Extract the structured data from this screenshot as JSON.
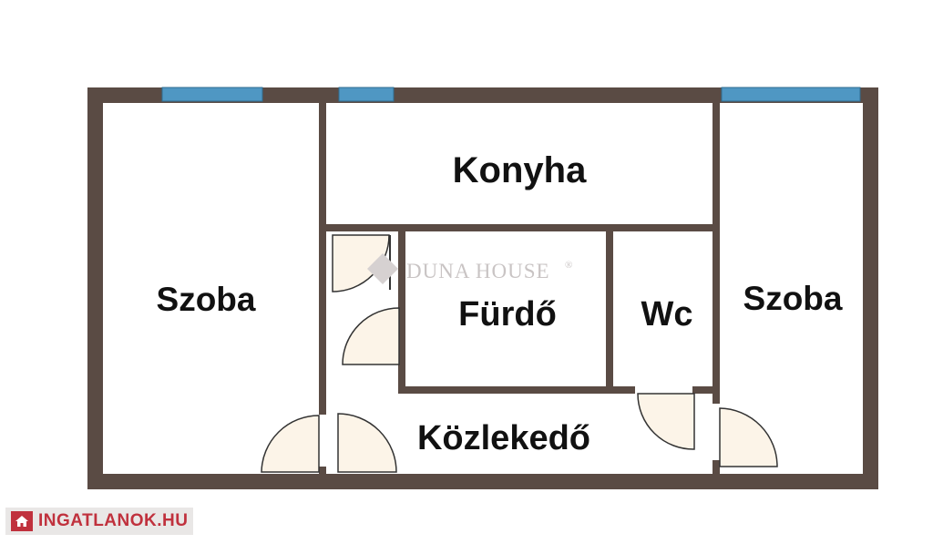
{
  "rooms": {
    "left_room": "Szoba",
    "kitchen": "Konyha",
    "bathroom": "Fürdő",
    "toilet": "Wc",
    "right_room": "Szoba",
    "hallway": "Közlekedő"
  },
  "watermark": "DUNA HOUSE",
  "watermark_mark": "®",
  "source_badge": "INGATLANOK.HU",
  "colors": {
    "wall": "#5a4b44",
    "window": "#4f97c3",
    "door_fill": "#fcf4e8",
    "badge_red": "#c0313d"
  }
}
